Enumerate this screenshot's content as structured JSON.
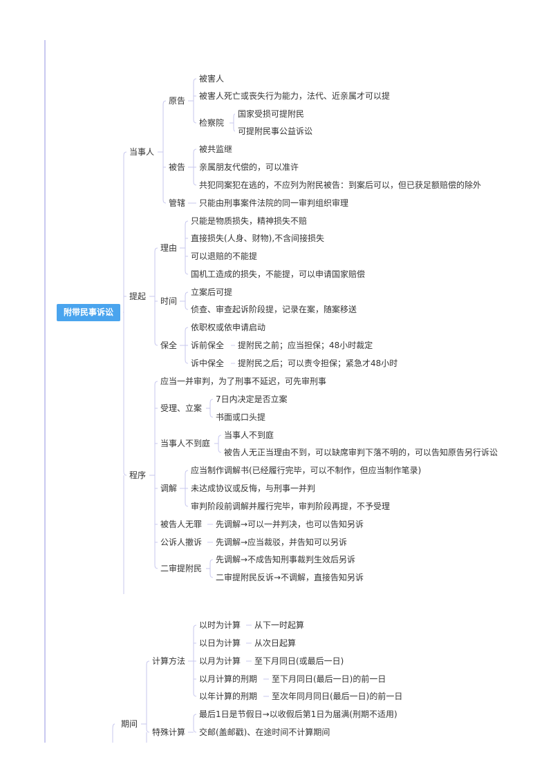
{
  "mindmap": {
    "root": "附带民事诉讼",
    "nodes": {
      "dangshiren": "当事人",
      "yuangao": "原告",
      "yg_1": "被害人",
      "yg_2": "被害人死亡或丧失行为能力，法代、近亲属才可以提",
      "jianchayuan": "检察院",
      "jc_1": "国家受损可提附民",
      "jc_2": "可提附民事公益诉讼",
      "beigao": "被告",
      "bg_1": "被共监继",
      "bg_2": "亲属朋友代偿的，可以准许",
      "bg_3": "共犯同案犯在逃的，不应列为附民被告：到案后可以，但已获足额赔偿的除外",
      "guanxia": "管辖",
      "gx_1": "只能由刑事案件法院的同一审判组织审理",
      "tiqi": "提起",
      "liyou": "理由",
      "ly_1": "只能是物质损失，精神损失不赔",
      "ly_2": "直接损失(人身、财物),不含间接损失",
      "ly_3": "可以退赔的不能提",
      "ly_4": "国机工造成的损失，不能提，可以申请国家赔偿",
      "shijian": "时间",
      "sj_1": "立案后可提",
      "sj_2": "侦查、审查起诉阶段提，记录在案，随案移送",
      "baoquan": "保全",
      "bq_1": "依职权或依申请启动",
      "bq_2": "诉前保全",
      "bq_2a": "提附民之前；应当担保；48小时裁定",
      "bq_3": "诉中保全",
      "bq_3a": "提附民之后；可以责令担保；紧急才48小时",
      "chengxu": "程序",
      "cx_1": "应当一并审判，为了刑事不延迟，可先审刑事",
      "shouli": "受理、立案",
      "sl_1": "7日内决定是否立案",
      "sl_2": "书面或口头提",
      "budaoting": "当事人不到庭",
      "bdt_1": "当事人不到庭",
      "bdt_2": "被告人无正当理由不到，可以缺席审判下落不明的，可以告知原告另行诉讼",
      "tiaojie": "调解",
      "tj_1": "应当制作调解书(已经履行完毕，可以不制作，但应当制作笔录)",
      "tj_2": "未达成协议或反悔，与刑事一并判",
      "tj_3": "审判阶段前调解并履行完毕，审判阶段再提，不予受理",
      "wuzui": "被告人无罪",
      "wz_1": "先调解→可以一并判决，也可以告知另诉",
      "chesu": "公诉人撤诉",
      "cs_1": "先调解→应当裁驳，并告知可以另诉",
      "ershen": "二审提附民",
      "es_1": "先调解→不成告知刑事裁判生效后另诉",
      "es_2": "二审提附民反诉→不调解，直接告知另诉",
      "qijian": "期间",
      "jisuan": "计算方法",
      "js_1": "以时为计算",
      "js_1a": "从下一时起算",
      "js_2": "以日为计算",
      "js_2a": "从次日起算",
      "js_3": "以月为计算",
      "js_3a": "至下月同日(或最后一日)",
      "js_4": "以月计算的刑期",
      "js_4a": "至下月同日(最后一日)的前一日",
      "js_5": "以年计算的刑期",
      "js_5a": "至次年同月同日(最后一日)的前一日",
      "teshu": "特殊计算",
      "ts_1": "最后1日是节假日→以收假后第1日为届满(刑期不适用)",
      "ts_2": "交邮(盖邮戳)、在途时间不计算期间"
    }
  },
  "colors": {
    "root_fill": "#4aa4ee",
    "line": "#c7c7ee",
    "sidebar": "#c9c9f0",
    "text": "#333333"
  }
}
